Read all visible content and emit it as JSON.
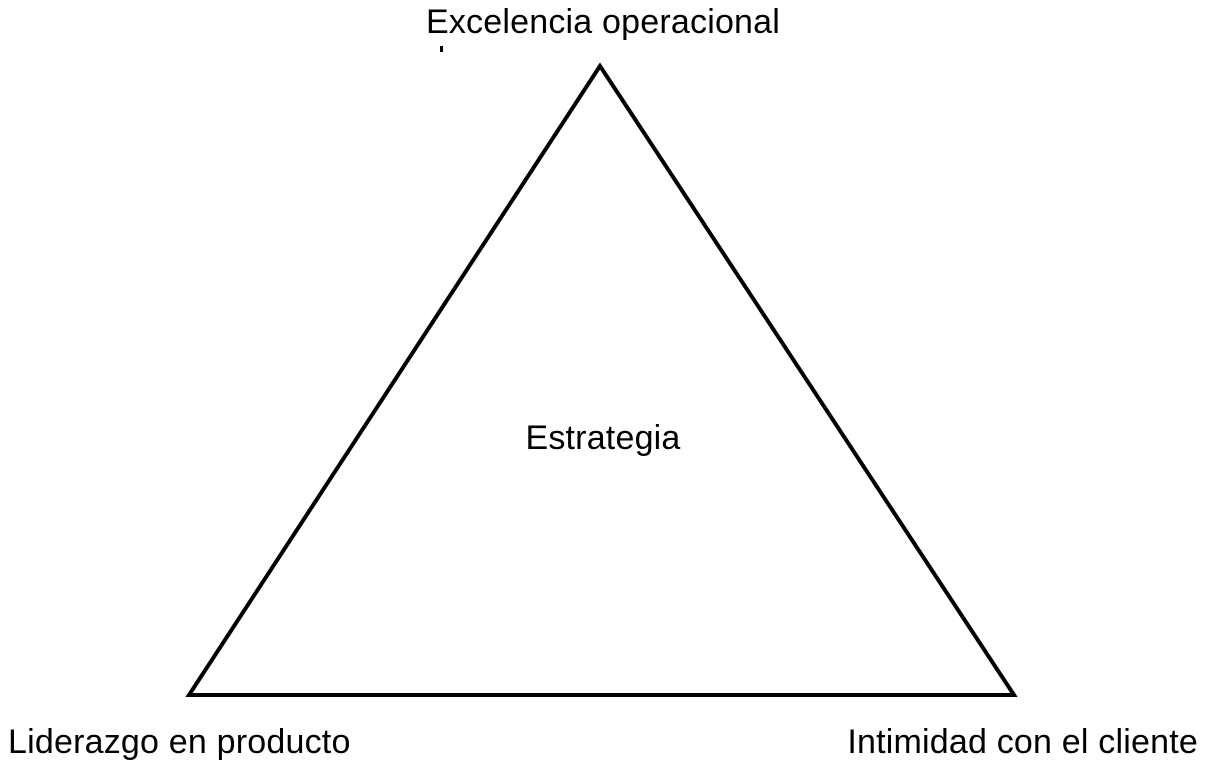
{
  "diagram": {
    "top_vertex_label": "Excelencia operacional",
    "center_label": "Estrategia",
    "bottom_left_label": "Liderazgo en producto",
    "bottom_right_label": "Intimidad con el cliente",
    "stroke_color": "#000000",
    "fill_color": "#ffffff"
  }
}
